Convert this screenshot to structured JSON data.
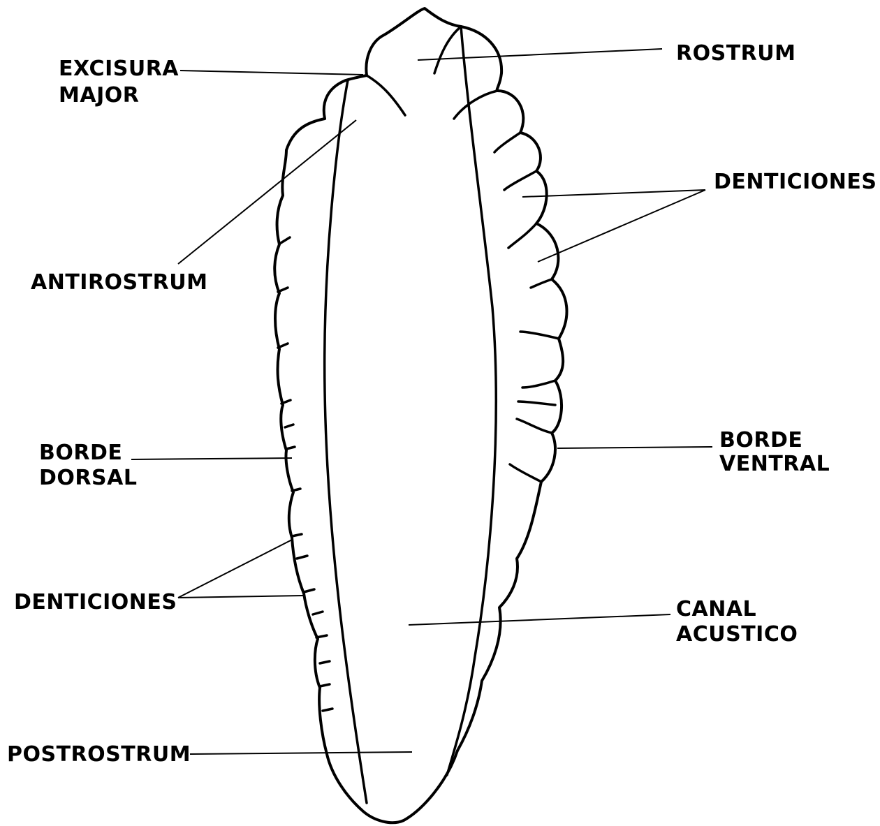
{
  "labels": {
    "rostrum": "ROSTRUM",
    "excisura_line1": "EXCISURA",
    "excisura_line2": "MAJOR",
    "denticiones_right": "DENTICIONES",
    "antirostrum": "ANTIROSTRUM",
    "borde_dorsal_line1": "BORDE",
    "borde_dorsal_line2": "DORSAL",
    "borde_ventral_line1": "BORDE",
    "borde_ventral_line2": "VENTRAL",
    "denticiones_left": "DENTICIONES",
    "canal_line1": "CANAL",
    "canal_line2": "ACUSTICO",
    "postrostrum": "POSTROSTRUM"
  },
  "colors": {
    "ink": "#000000",
    "paper": "#ffffff"
  }
}
